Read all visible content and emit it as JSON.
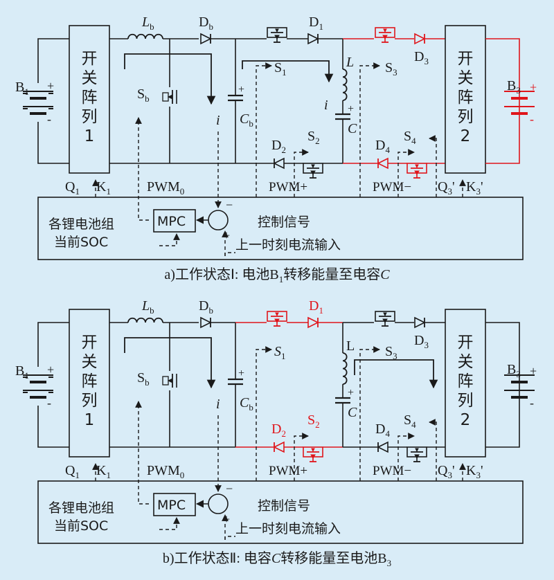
{
  "colors": {
    "background": "#d9ecf7",
    "line": "#1a1a1a",
    "highlight": "#e0151b"
  },
  "panels": [
    {
      "labels": {
        "b_left_sym": "B",
        "b_left_sub": "1",
        "plus": "+",
        "minus": "-",
        "array_left": [
          "开",
          "关",
          "阵",
          "列",
          "1"
        ],
        "lb_sym": "L",
        "lb_sub": "b",
        "db_sym": "D",
        "db_sub": "b",
        "d1_sym": "D",
        "d1_sub": "1",
        "sb_sym": "S",
        "sb_sub": "b",
        "s1_sym": "S",
        "s1_sub": "1",
        "l_sym": "L",
        "i_sym": "i",
        "cap_plus": "+",
        "cb_sym": "C",
        "cb_sub": "b",
        "c_sym": "C",
        "d2_sym": "D",
        "d2_sub": "2",
        "s2_sym": "S",
        "s2_sub": "2",
        "s3_sym": "S",
        "s3_sub": "3",
        "d3_sym": "D",
        "d3_sub": "3",
        "d4_sym": "D",
        "d4_sub": "4",
        "s4_sym": "S",
        "s4_sub": "4",
        "array_right": [
          "开",
          "关",
          "阵",
          "列",
          "2"
        ],
        "b_right_sym": "B",
        "b_right_sub": "3",
        "q1": "Q",
        "q1_sub": "1",
        "k1": "K",
        "k1_sub": "1",
        "pwm0": "PWM",
        "pwm0_sub": "0",
        "pwm_plus": "PWM+",
        "pwm_minus": "PWM−",
        "q3": "Q",
        "q3_sub": "3",
        "q3_prime": "'",
        "k3": "K",
        "k3_sub": "3",
        "k3_prime": "'",
        "soc_line1": "各锂电池组",
        "soc_line2": "当前SOC",
        "mpc": "MPC",
        "control": "控制信号",
        "sum_minus": "−",
        "sum_plus": "+",
        "prev_current": "上一时刻电流输入"
      },
      "caption": {
        "prefix": "a)工作状态Ⅰ: 电池B",
        "sub": "1",
        "middle": "转移能量至电容",
        "italic": "C",
        "suffix": ""
      }
    },
    {
      "labels": {
        "b_left_sym": "B",
        "b_left_sub": "1",
        "plus": "+",
        "minus": "-",
        "array_left": [
          "开",
          "关",
          "阵",
          "列",
          "1"
        ],
        "lb_sym": "L",
        "lb_sub": "b",
        "db_sym": "D",
        "db_sub": "b",
        "d1_sym": "D",
        "d1_sub": "1",
        "sb_sym": "S",
        "sb_sub": "b",
        "s1_sym": "S",
        "s1_sub": "1",
        "l_sym": "L",
        "i_sym": "i",
        "cap_plus": "+",
        "cb_sym": "C",
        "cb_sub": "b",
        "c_sym": "C",
        "d2_sym": "D",
        "d2_sub": "2",
        "s2_sym": "S",
        "s2_sub": "2",
        "s3_sym": "S",
        "s3_sub": "3",
        "d3_sym": "D",
        "d3_sub": "3",
        "d4_sym": "D",
        "d4_sub": "4",
        "s4_sym": "S",
        "s4_sub": "4",
        "array_right": [
          "开",
          "关",
          "阵",
          "列",
          "2"
        ],
        "b_right_sym": "B",
        "b_right_sub": "3",
        "q1": "Q",
        "q1_sub": "1",
        "k1": "K",
        "k1_sub": "1",
        "pwm0": "PWM",
        "pwm0_sub": "0",
        "pwm_plus": "PWM+",
        "pwm_minus": "PWM−",
        "q3": "Q",
        "q3_sub": "3",
        "q3_prime": "'",
        "k3": "K",
        "k3_sub": "3",
        "k3_prime": "'",
        "soc_line1": "各锂电池组",
        "soc_line2": "当前SOC",
        "mpc": "MPC",
        "control": "控制信号",
        "sum_minus": "−",
        "sum_plus": "+",
        "prev_current": "上一时刻电流输入"
      },
      "caption": {
        "prefix": "b)工作状态Ⅱ: 电容",
        "italic": "C",
        "middle": "转移能量至电池B",
        "sub": "3",
        "suffix": ""
      }
    }
  ]
}
